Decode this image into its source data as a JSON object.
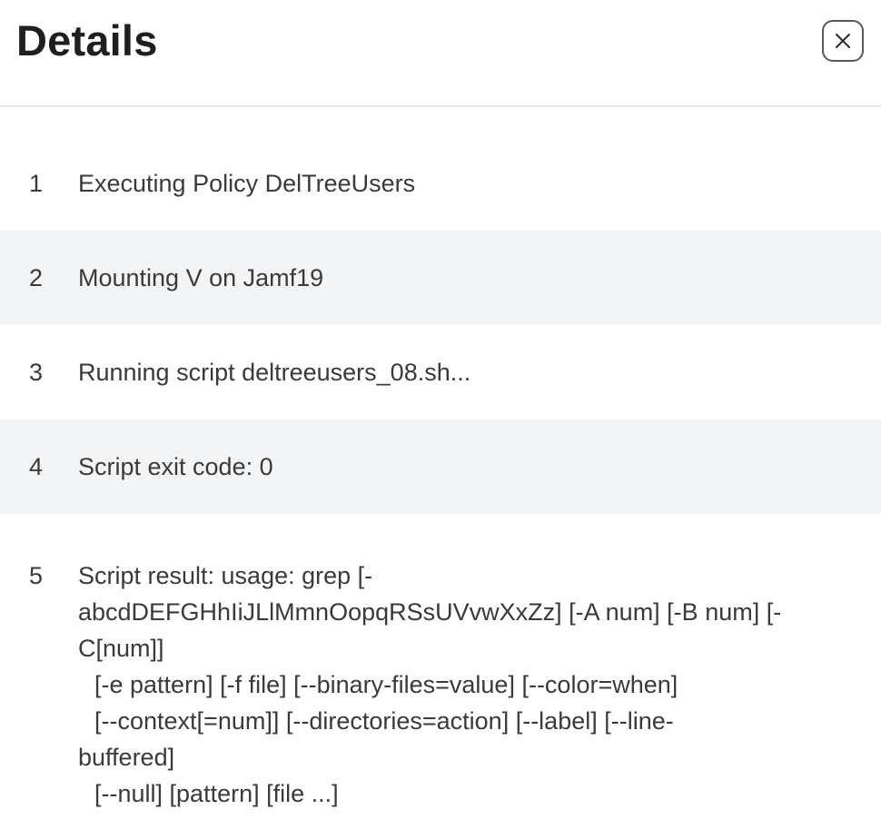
{
  "header": {
    "title": "Details",
    "close_icon": "close-icon"
  },
  "log": {
    "lines": [
      {
        "number": "1",
        "text": "Executing Policy DelTreeUsers"
      },
      {
        "number": "2",
        "text": "Mounting V on Jamf19"
      },
      {
        "number": "3",
        "text": "Running script deltreeusers_08.sh..."
      },
      {
        "number": "4",
        "text": "Script exit code: 0"
      },
      {
        "number": "5",
        "text": "Script result: usage: grep [-\nabcdDEFGHhIiJLlMmnOopqRSsUVvwXxZz] [-A num] [-B num] [-\nC[num]]\n\t[-e pattern] [-f file] [--binary-files=value] [--color=when]\n\t[--context[=num]] [--directories=action] [--label] [--line-\nbuffered]\n\t[--null] [pattern] [file ...]"
      }
    ]
  },
  "colors": {
    "alt_row_background": "#f3f4f6",
    "divider": "#e4e6e8",
    "text": "#3a3a3a"
  }
}
